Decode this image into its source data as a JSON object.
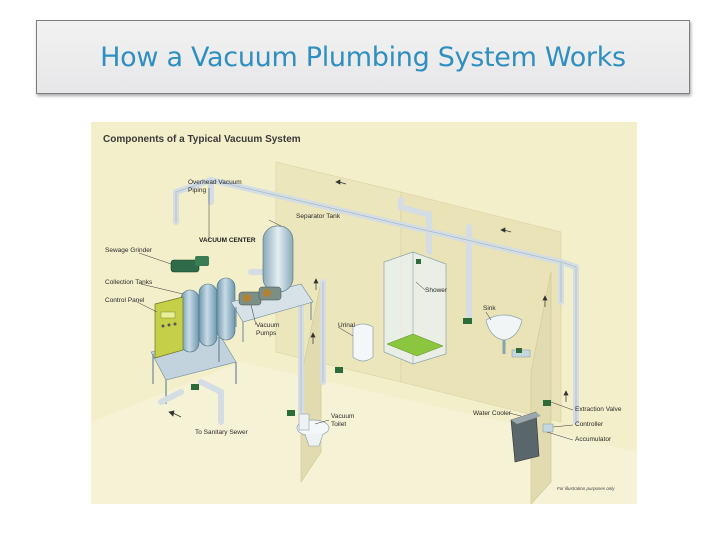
{
  "slide": {
    "title": "How a Vacuum Plumbing System Works"
  },
  "figure": {
    "title": "Components of a Typical Vacuum System",
    "labels": {
      "overhead_piping_1": "Overhead Vacuum",
      "overhead_piping_2": "Piping",
      "separator_tank": "Separator Tank",
      "vacuum_center": "VACUUM CENTER",
      "sewage_grinder": "Sewage Grinder",
      "collection_tanks": "Collection Tanks",
      "control_panel": "Control Panel",
      "vacuum_pumps_1": "Vacuum",
      "vacuum_pumps_2": "Pumps",
      "urinal": "Urinal",
      "shower": "Shower",
      "sink": "Sink",
      "vacuum_toilet_1": "Vacuum",
      "vacuum_toilet_2": "Toilet",
      "water_cooler": "Water Cooler",
      "extraction_valve": "Extraction Valve",
      "controller": "Controller",
      "accumulator": "Accumulator",
      "sanitary_sewer": "To Sanitary Sewer",
      "disclaimer": "For illustration purposes only"
    },
    "colors": {
      "background": "#f3efca",
      "wall": "#e9e3b8",
      "pipe": "#dfe6ea",
      "equipment_blue": "#8fb4c8",
      "control_panel": "#c9d24a",
      "valve_green": "#2e6b3a",
      "shower_floor": "#8cc63f"
    }
  }
}
